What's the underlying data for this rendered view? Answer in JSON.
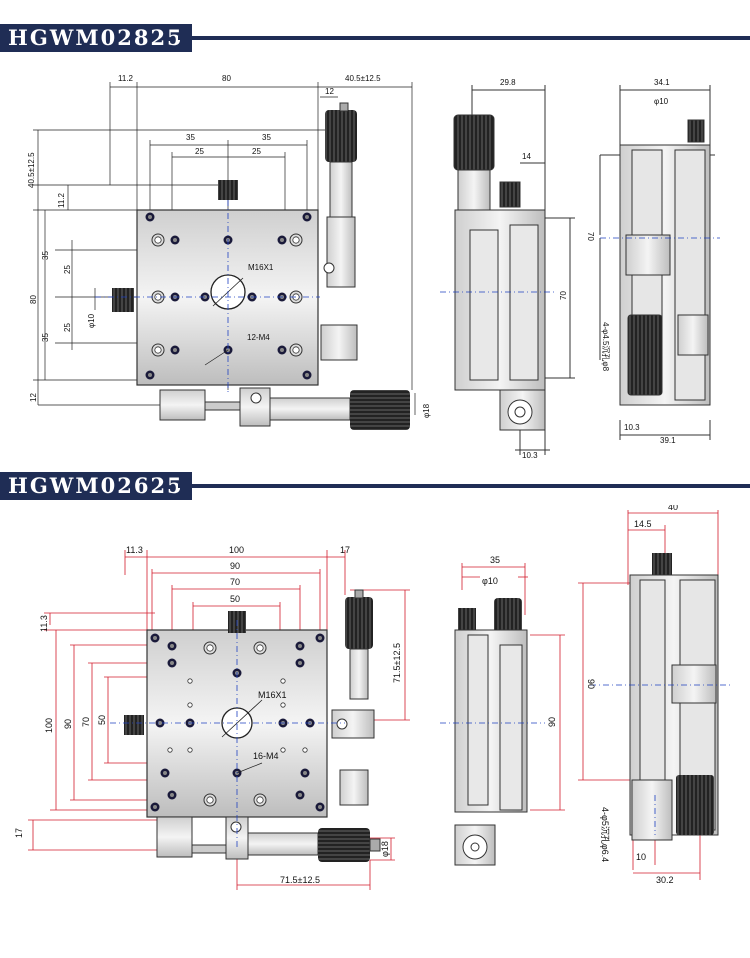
{
  "top": {
    "title": "HGWM02825",
    "dims": {
      "d11_2": "11.2",
      "d80": "80",
      "d40_5": "40.5±12.5",
      "d12": "12",
      "d29_8": "29.8",
      "d34_1": "34.1",
      "d35a": "35",
      "d35b": "35",
      "d25a": "25",
      "d25b": "25",
      "d10phi": "φ10",
      "d14": "14",
      "d40_5v": "40.5±12.5",
      "d11_2v": "11.2",
      "d35v1": "35",
      "d25v1": "25",
      "d80v": "80",
      "d25v2": "25",
      "d35v2": "35",
      "phi10": "φ10",
      "d12v": "12",
      "m16": "M16X1",
      "m4": "12-M4",
      "phi18": "φ18",
      "d70": "70",
      "d70b": "70",
      "d10_3a": "10.3",
      "d10_3b": "10.3",
      "d39_1": "39.1",
      "holes": "4-φ4.5沉孔φ8"
    }
  },
  "bottom": {
    "title": "HGWM02625",
    "dims": {
      "d11_3": "11.3",
      "d100": "100",
      "d17": "17",
      "d90": "90",
      "d70": "70",
      "d50": "50",
      "d35": "35",
      "d10phi": "φ10",
      "d40": "40",
      "d14_5": "14.5",
      "d11_3v": "11.3",
      "d100v": "100",
      "d90v": "90",
      "d70v": "70",
      "d50v": "50",
      "d17v": "17",
      "d71_5v": "71.5±12.5",
      "m16": "M16X1",
      "m4": "16-M4",
      "d71_5h": "71.5±12.5",
      "phi18": "φ18",
      "d90r": "90",
      "d90s": "90",
      "d10": "10",
      "d30_2": "30.2",
      "holes": "4-φ5沉孔φ6.4"
    }
  }
}
